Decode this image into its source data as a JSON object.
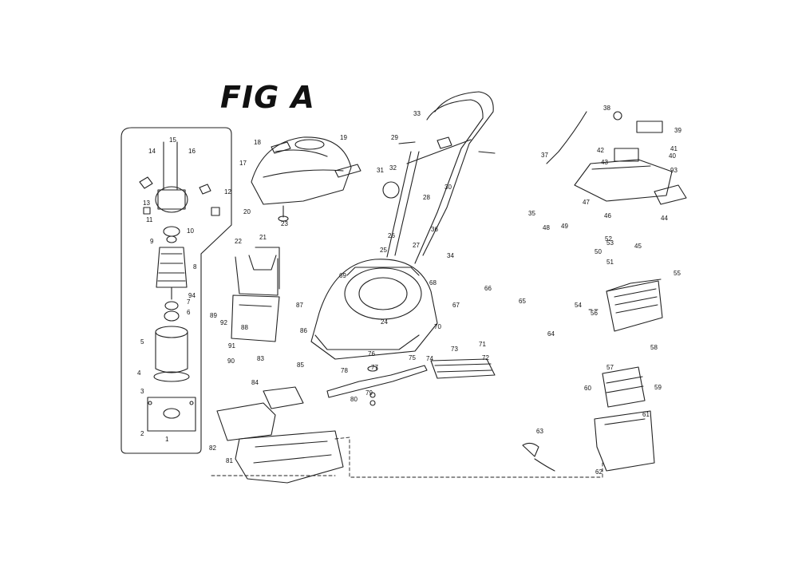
{
  "figure": {
    "title": "FIG A"
  },
  "callouts": [
    "1",
    "2",
    "3",
    "4",
    "5",
    "6",
    "7",
    "8",
    "9",
    "10",
    "11",
    "12",
    "13",
    "14",
    "15",
    "16",
    "17",
    "18",
    "19",
    "20",
    "21",
    "22",
    "23",
    "24",
    "25",
    "26",
    "27",
    "28",
    "29",
    "30",
    "31",
    "32",
    "33",
    "34",
    "35",
    "36",
    "37",
    "38",
    "39",
    "40",
    "41",
    "42",
    "43",
    "44",
    "45",
    "46",
    "47",
    "48",
    "49",
    "50",
    "51",
    "52",
    "53",
    "54",
    "55",
    "56",
    "57",
    "58",
    "59",
    "60",
    "61",
    "62",
    "63",
    "64",
    "65",
    "66",
    "67",
    "68",
    "69",
    "70",
    "71",
    "72",
    "73",
    "74",
    "75",
    "76",
    "77",
    "78",
    "79",
    "80",
    "81",
    "82",
    "83",
    "84",
    "85",
    "86",
    "87",
    "88",
    "89",
    "90",
    "91",
    "92",
    "93",
    "94"
  ]
}
